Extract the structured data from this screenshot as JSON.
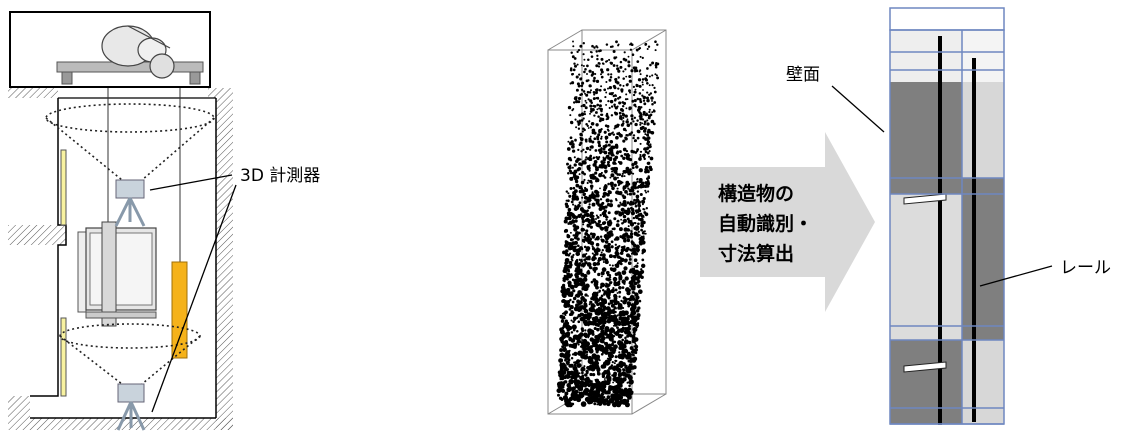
{
  "labels": {
    "scanner": "3D 計測器",
    "wall": "壁面",
    "rail": "レール"
  },
  "process_arrow": {
    "lines": [
      "構造物の",
      "自動識別・",
      "寸法算出"
    ]
  },
  "colors": {
    "counterweight": "#f5b21a",
    "wall_fill": "#7f7f7f",
    "shaft_outline": "#6f87c0",
    "arrow_fill": "#d9d9d9"
  }
}
